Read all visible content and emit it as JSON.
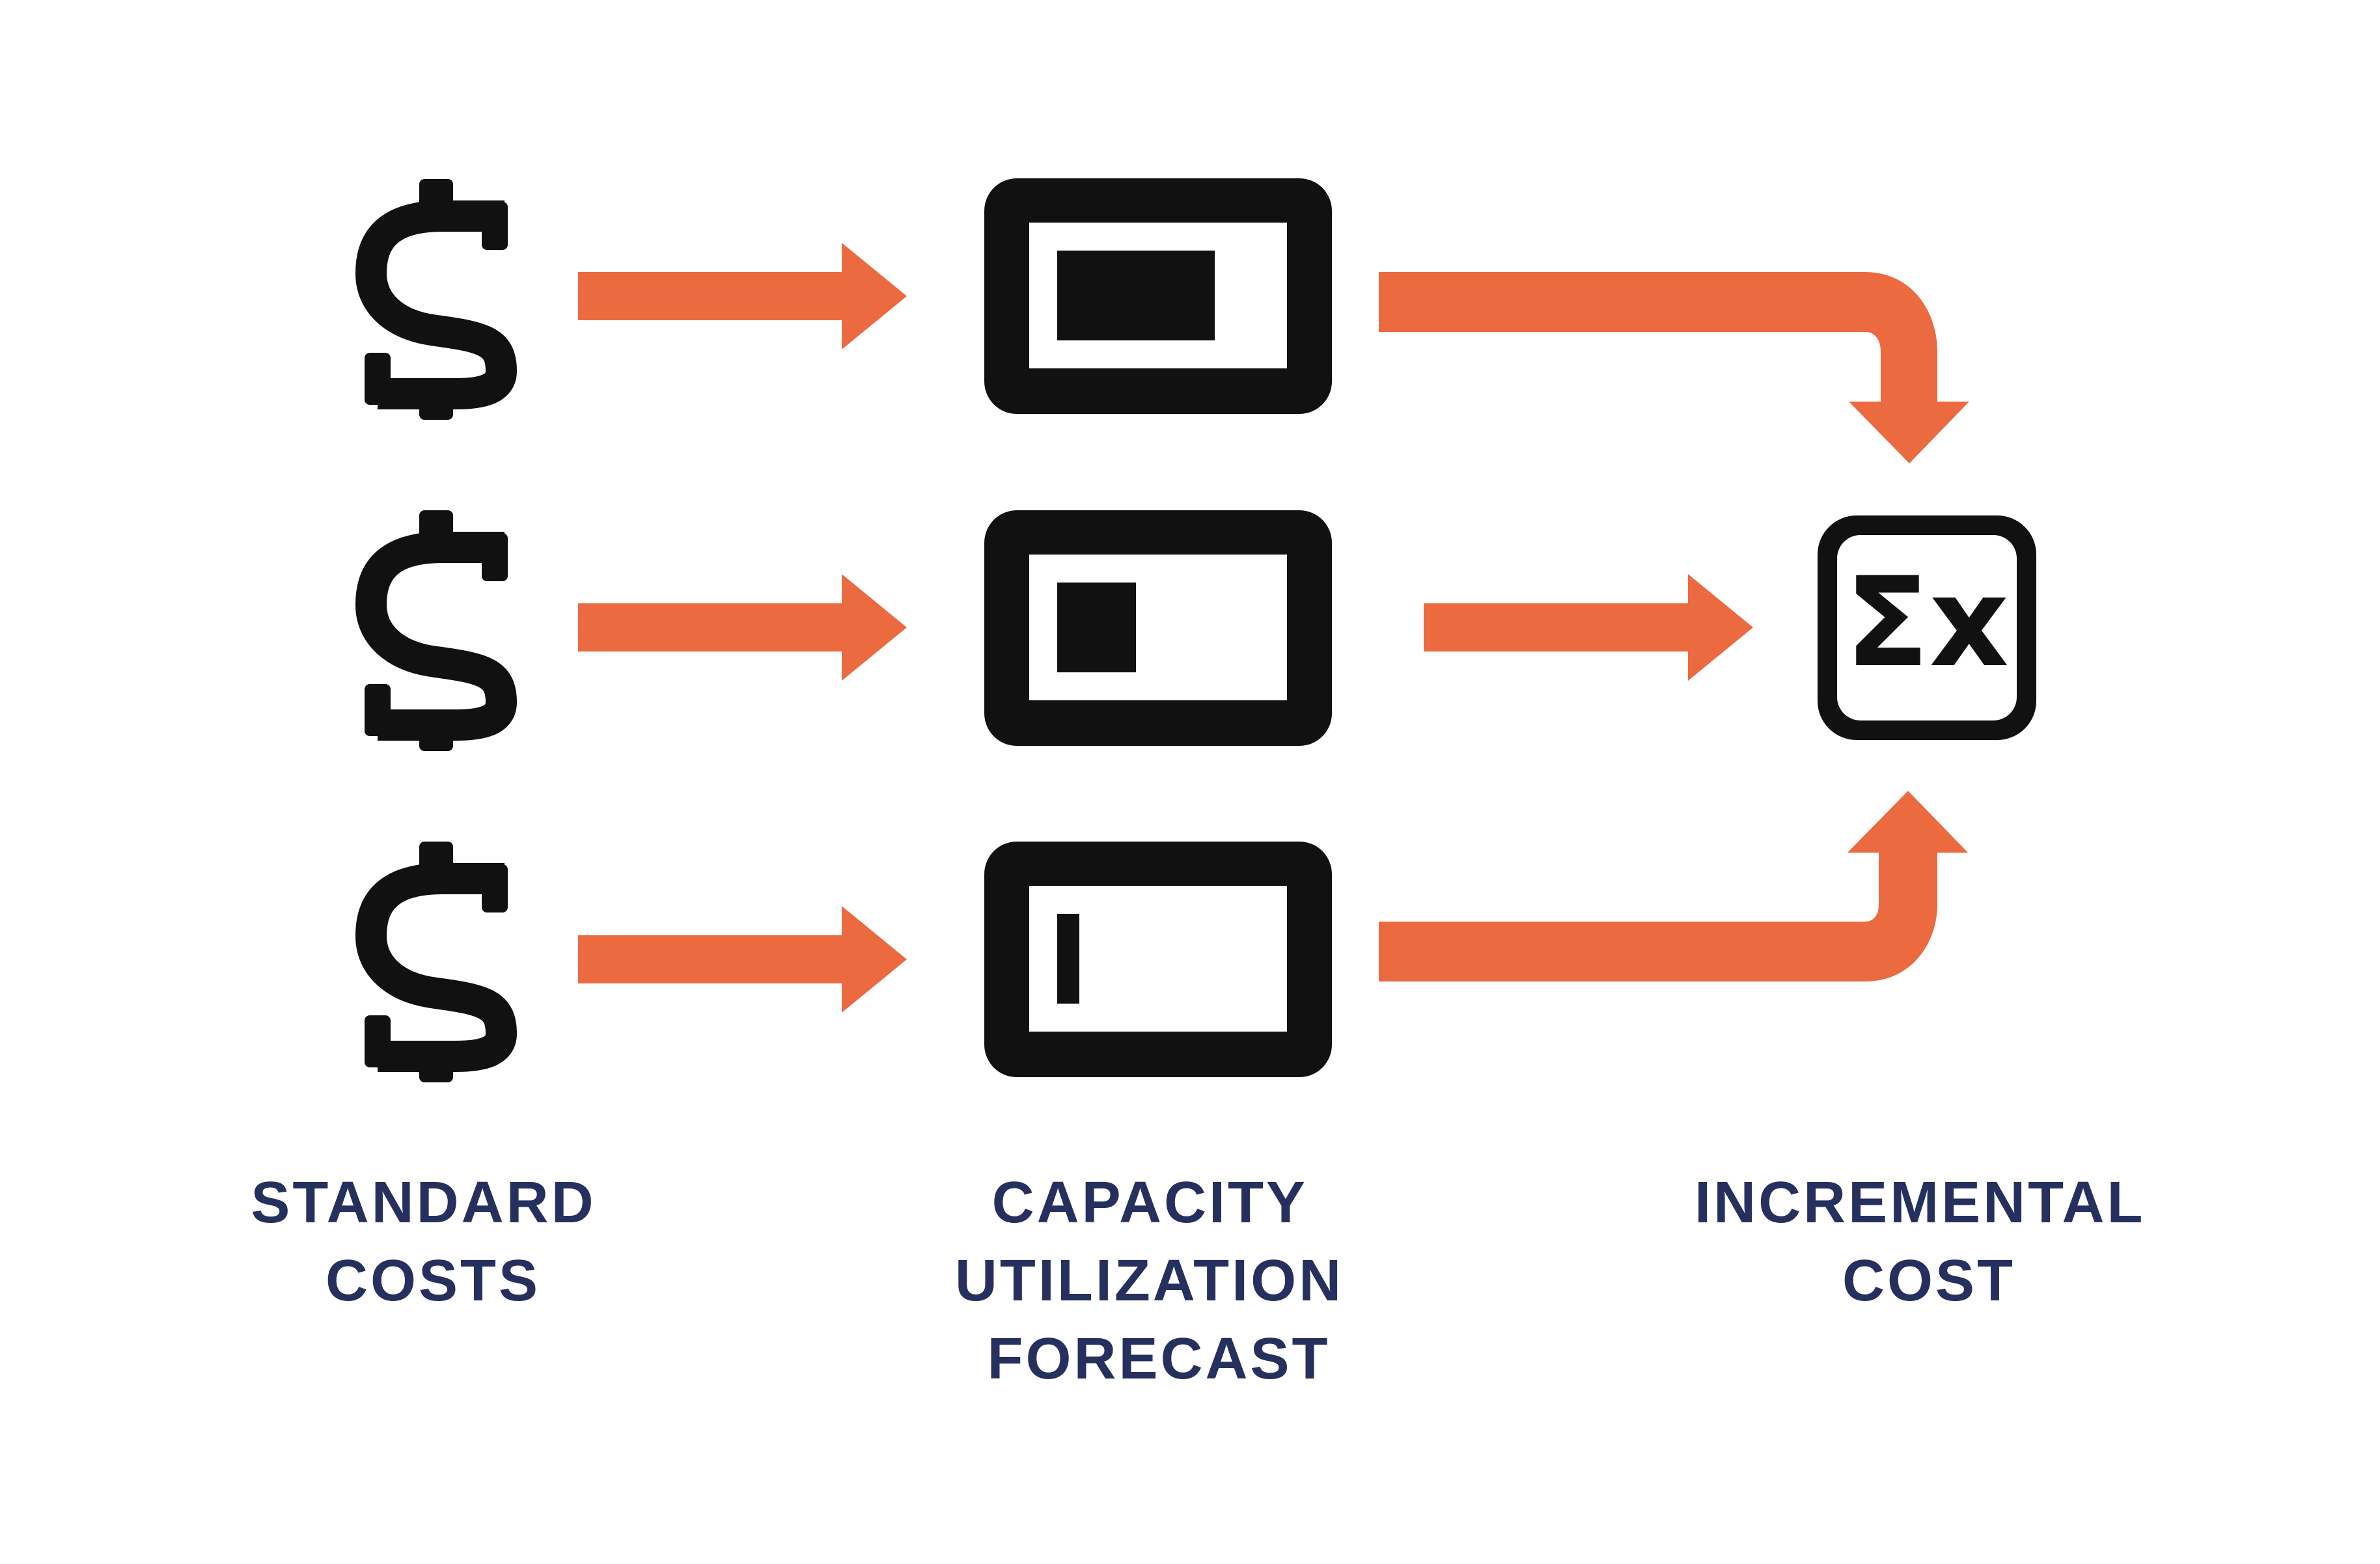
{
  "colors": {
    "arrow": "#ec6a40",
    "icon": "#111111",
    "label": "#26305e",
    "background": "#ffffff"
  },
  "icons": {
    "currency": "dollar-sign-icon",
    "capacity": "battery-gauge-icon",
    "sum": "sigma-x-icon"
  },
  "gauges": [
    {
      "level": 0.78
    },
    {
      "level": 0.39
    },
    {
      "level": 0.11
    }
  ],
  "labels": {
    "standard_costs": [
      "STANDARD",
      "COSTS"
    ],
    "capacity_forecast": [
      "CAPACITY",
      "UTILIZATION",
      "FORECAST"
    ],
    "incremental_cost": [
      "INCREMENTAL",
      "COST"
    ]
  },
  "sum_icon_text": "Σx"
}
